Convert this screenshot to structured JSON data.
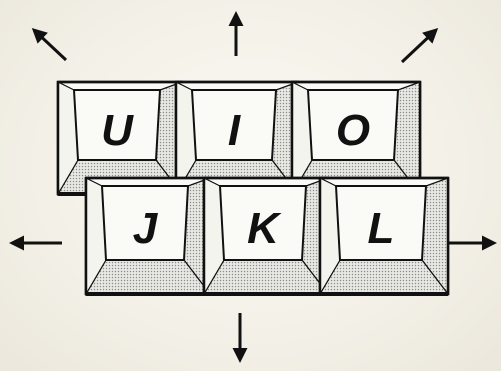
{
  "keys": [
    {
      "id": "u",
      "label": "U"
    },
    {
      "id": "i",
      "label": "I"
    },
    {
      "id": "o",
      "label": "O"
    },
    {
      "id": "j",
      "label": "J"
    },
    {
      "id": "k",
      "label": "K"
    },
    {
      "id": "l",
      "label": "L"
    }
  ],
  "arrows": [
    "up-left",
    "up",
    "up-right",
    "left",
    "right",
    "down"
  ],
  "colors": {
    "ink": "#111111",
    "key_face": "#fafaf6",
    "dot_shade": "#9a9a9a",
    "background": "#f2efe6"
  }
}
